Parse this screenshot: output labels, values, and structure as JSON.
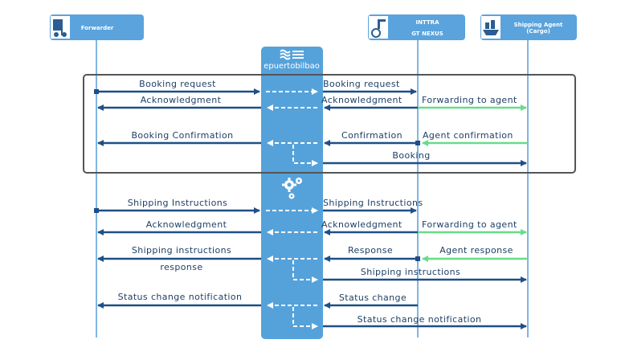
{
  "actors": {
    "forwarder": "Forwarder",
    "inttra_line1": "INTTRA",
    "inttra_line2": "GT NEXUS",
    "agent_line1": "Shipping Agent",
    "agent_line2": "(Cargo)"
  },
  "hub": {
    "brand": "epuertobilbao"
  },
  "colors": {
    "header_bg": "#5aa3dd",
    "lifeline": "#7fb6e3",
    "hub_bg": "#55a2db",
    "arrow_dark": "#1f4f86",
    "arrow_green": "#66dd88",
    "frame": "#555555"
  },
  "icons": {
    "forwarder": "forklift-icon",
    "inttra": "gear-crane-icon",
    "agent": "ship-icon",
    "hub_logo": "waves-lines-icon",
    "hub_process": "gears-icon"
  },
  "messages": {
    "booking_request_left": "Booking request",
    "booking_request_right": "Booking request",
    "ack1_left": "Acknowledgment",
    "ack1_right": "Acknowledgment",
    "fwd1": "Forwarding to agent",
    "booking_confirmation": "Booking  Confirmation",
    "confirmation": "Confirmation",
    "agent_confirmation": "Agent confirmation",
    "booking": "Booking",
    "si_left": "Shipping Instructions",
    "si_right": "Shipping Instructions",
    "ack2_left": "Acknowledgment",
    "ack2_right": "Acknowledgment",
    "fwd2": "Forwarding to agent",
    "si_response_line1": "Shipping instructions",
    "si_response_line2": "response",
    "response": "Response",
    "agent_response": "Agent response",
    "shipping_instructions": "Shipping instructions",
    "status_change_notification_left": "Status change notification",
    "status_change": "Status change",
    "status_change_notification_right": "Status change notification"
  }
}
